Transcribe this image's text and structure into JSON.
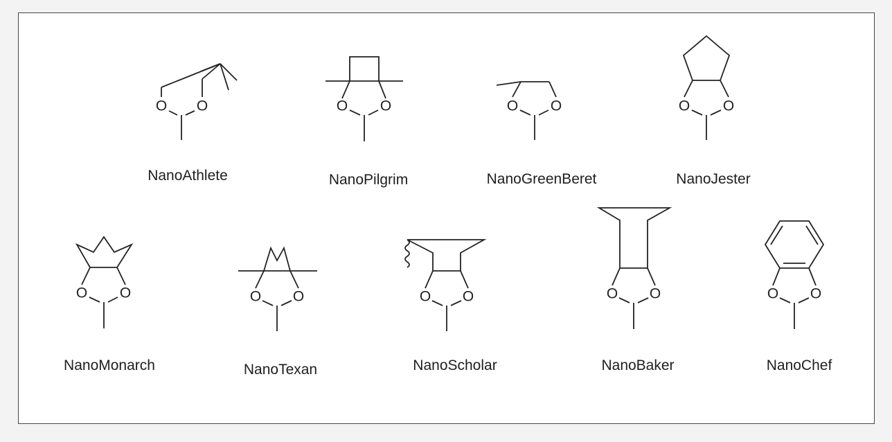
{
  "figure": {
    "atom_symbol": "O",
    "molecules": [
      {
        "id": "athlete",
        "label": "NanoAthlete"
      },
      {
        "id": "pilgrim",
        "label": "NanoPilgrim"
      },
      {
        "id": "greenberet",
        "label": "NanoGreenBeret"
      },
      {
        "id": "jester",
        "label": "NanoJester"
      },
      {
        "id": "monarch",
        "label": "NanoMonarch"
      },
      {
        "id": "texan",
        "label": "NanoTexan"
      },
      {
        "id": "scholar",
        "label": "NanoScholar"
      },
      {
        "id": "baker",
        "label": "NanoBaker"
      },
      {
        "id": "chef",
        "label": "NanoChef"
      }
    ]
  }
}
